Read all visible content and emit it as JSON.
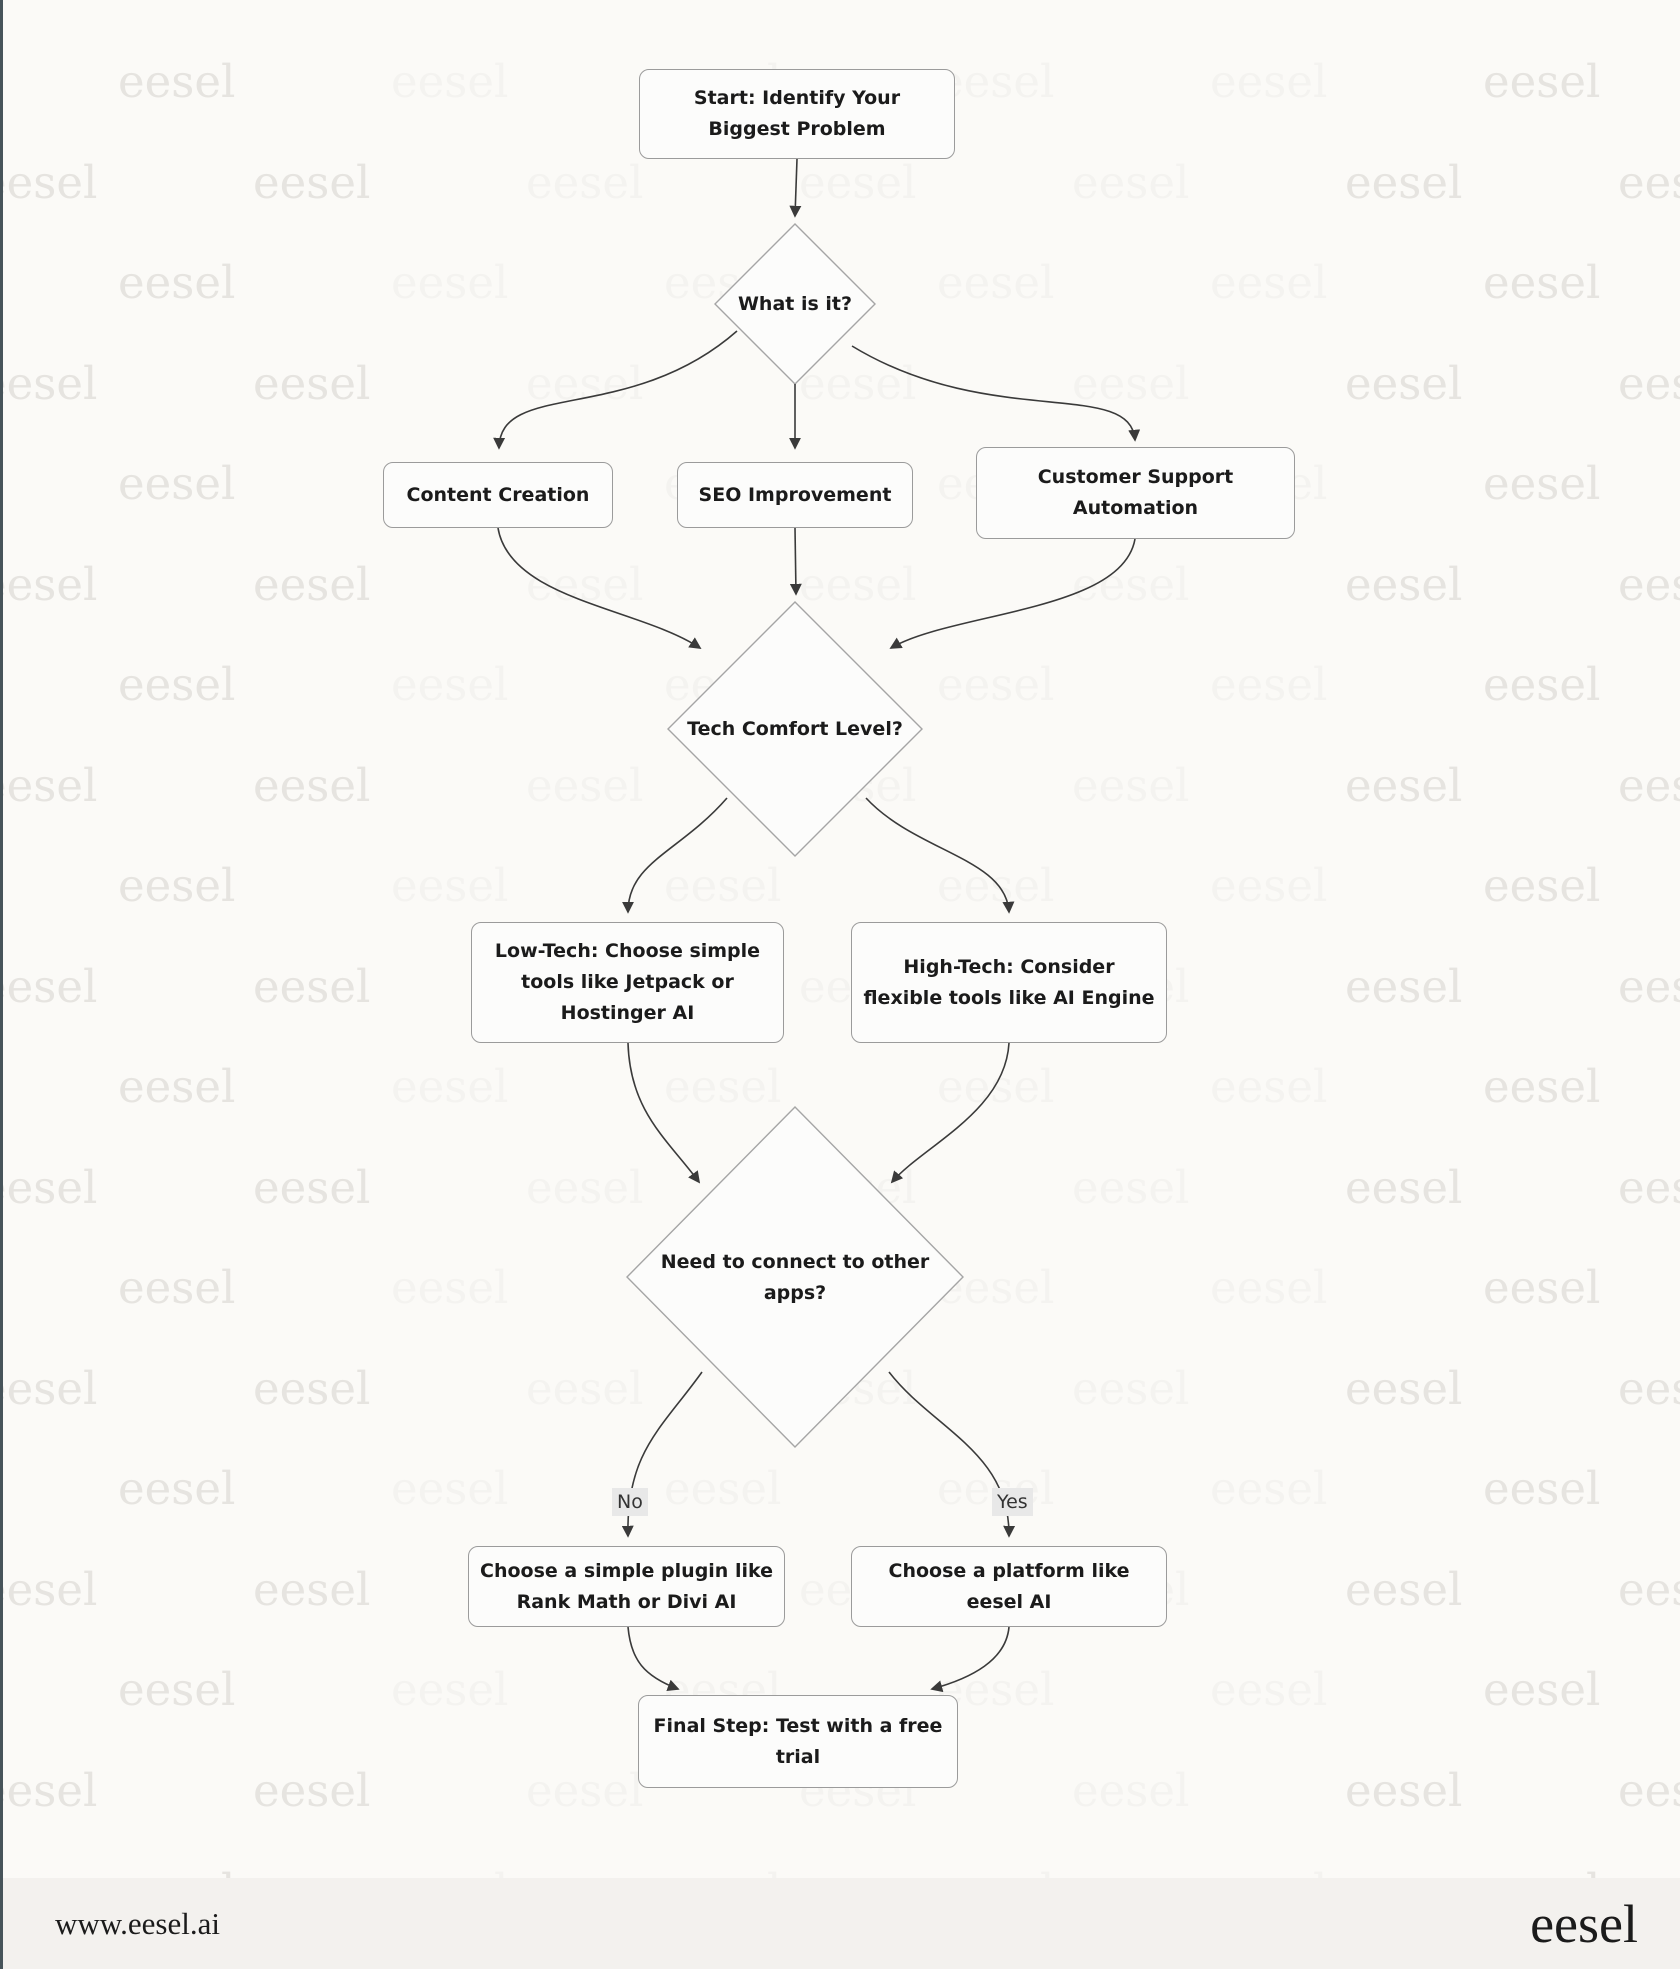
{
  "page": {
    "background_color": "#FBFAF7",
    "left_border_color": "#47545A",
    "node_border_color": "#9B9B9B",
    "edge_color": "#3A3A3A",
    "edge_label_bg": "#E8E8E8"
  },
  "watermark": {
    "text": "eesel",
    "color": "#E6E4E0"
  },
  "flowchart": {
    "nodes": {
      "start": {
        "label": "Start: Identify Your Biggest Problem",
        "shape": "rounded-rect"
      },
      "what_is_it": {
        "label": "What is it?",
        "shape": "diamond"
      },
      "content_creation": {
        "label": "Content Creation",
        "shape": "rounded-rect"
      },
      "seo_improvement": {
        "label": "SEO Improvement",
        "shape": "rounded-rect"
      },
      "customer_support": {
        "label": "Customer Support Automation",
        "shape": "rounded-rect"
      },
      "tech_comfort": {
        "label": "Tech Comfort Level?",
        "shape": "diamond"
      },
      "low_tech": {
        "label": "Low-Tech: Choose simple tools like Jetpack or Hostinger AI",
        "shape": "rounded-rect"
      },
      "high_tech": {
        "label": "High-Tech: Consider flexible tools like AI Engine",
        "shape": "rounded-rect"
      },
      "connect_apps": {
        "label": "Need to connect to other apps?",
        "shape": "diamond"
      },
      "simple_plugin": {
        "label": "Choose a simple plugin like Rank Math or Divi AI",
        "shape": "rounded-rect"
      },
      "eesel_platform": {
        "label": "Choose a platform like eesel AI",
        "shape": "rounded-rect"
      },
      "final_step": {
        "label": "Final Step: Test with a free trial",
        "shape": "rounded-rect"
      }
    },
    "edge_labels": {
      "no": "No",
      "yes": "Yes"
    },
    "edges": [
      {
        "from": "start",
        "to": "what_is_it",
        "label": ""
      },
      {
        "from": "what_is_it",
        "to": "content_creation",
        "label": ""
      },
      {
        "from": "what_is_it",
        "to": "seo_improvement",
        "label": ""
      },
      {
        "from": "what_is_it",
        "to": "customer_support",
        "label": ""
      },
      {
        "from": "content_creation",
        "to": "tech_comfort",
        "label": ""
      },
      {
        "from": "seo_improvement",
        "to": "tech_comfort",
        "label": ""
      },
      {
        "from": "customer_support",
        "to": "tech_comfort",
        "label": ""
      },
      {
        "from": "tech_comfort",
        "to": "low_tech",
        "label": ""
      },
      {
        "from": "tech_comfort",
        "to": "high_tech",
        "label": ""
      },
      {
        "from": "low_tech",
        "to": "connect_apps",
        "label": ""
      },
      {
        "from": "high_tech",
        "to": "connect_apps",
        "label": ""
      },
      {
        "from": "connect_apps",
        "to": "simple_plugin",
        "label": "No"
      },
      {
        "from": "connect_apps",
        "to": "eesel_platform",
        "label": "Yes"
      },
      {
        "from": "simple_plugin",
        "to": "final_step",
        "label": ""
      },
      {
        "from": "eesel_platform",
        "to": "final_step",
        "label": ""
      }
    ]
  },
  "footer": {
    "url": "www.eesel.ai",
    "logo": "eesel"
  }
}
